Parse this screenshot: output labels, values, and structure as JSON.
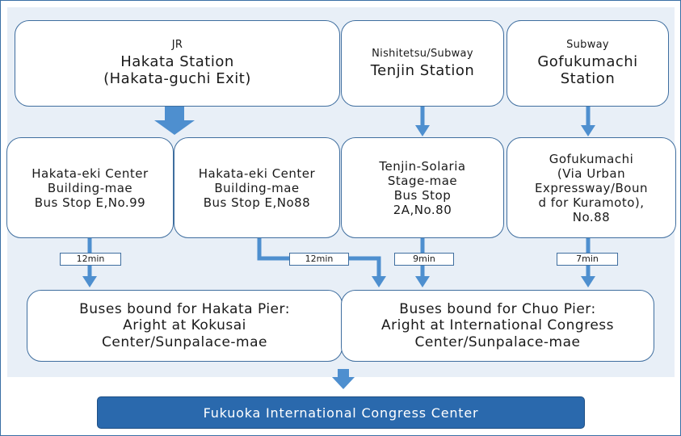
{
  "origins": {
    "hakata": {
      "operator": "JR",
      "name": "Hakata Station",
      "exit": "(Hakata-guchi Exit)"
    },
    "tenjin": {
      "operator": "Nishitetsu/Subway",
      "name": "Tenjin Station"
    },
    "gofukumachi": {
      "operator": "Subway",
      "name_line1": "Gofukumachi",
      "name_line2": "Station"
    }
  },
  "stops": {
    "hakata_99": [
      "Hakata-eki Center",
      "Building-mae",
      "Bus Stop E,No.99"
    ],
    "hakata_88": [
      "Hakata-eki Center",
      "Building-mae",
      "Bus Stop E,No88"
    ],
    "tenjin_80": [
      "Tenjin-Solaria",
      "Stage-mae",
      "Bus Stop",
      "2A,No.80"
    ],
    "gofukumachi_88": [
      "Gofukumachi",
      "(Via Urban",
      "Expressway/Boun",
      "d for Kuramoto),",
      "No.88"
    ]
  },
  "times": {
    "hakata_99": "12min",
    "hakata_88": "12min",
    "tenjin_80": "9min",
    "gofukumachi_88": "7min"
  },
  "destinations": {
    "hakata_pier": [
      "Buses bound for Hakata Pier:",
      "Aright at Kokusai",
      "Center/Sunpalace-mae"
    ],
    "chuo_pier": [
      "Buses bound for Chuo Pier:",
      "Aright at International Congress",
      "Center/Sunpalace-mae"
    ]
  },
  "final": {
    "label": "Fukuoka International Congress Center"
  },
  "colors": {
    "arrow": "#4e8fcf",
    "border": "#3f6e9f",
    "panel": "#e8eff7",
    "final_bg": "#2a69ad"
  }
}
